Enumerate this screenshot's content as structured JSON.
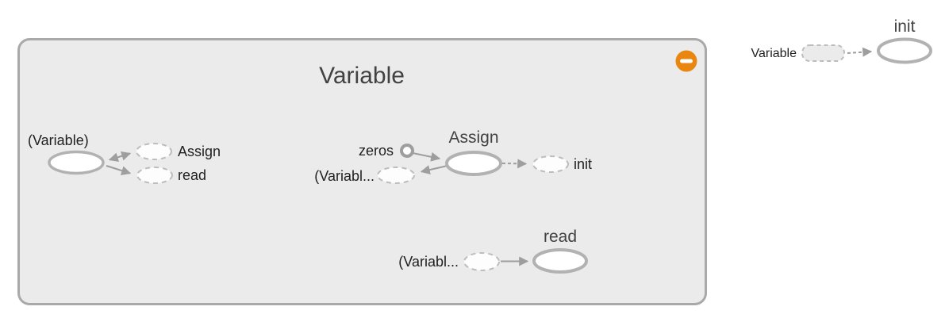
{
  "colors": {
    "canvas_bg": "#ffffff",
    "group_fill": "#ebebeb",
    "group_border": "#a9a9a9",
    "node_stroke": "#b2b2b2",
    "node_fill": "#ffffff",
    "proxy_stroke": "#bdbdbd",
    "edge": "#9e9e9e",
    "label_text": "#1f1f1f",
    "title_text": "#424242",
    "collapse_orange": "#e8860f",
    "minus_white": "#ffffff"
  },
  "graph": {
    "main_group": {
      "title": "Variable",
      "variable_node_label": "(Variable)",
      "assign_proxy_label": "Assign",
      "read_proxy_label": "read",
      "zeros_label": "zeros",
      "assign_input_proxy_label": "(Variabl...",
      "assign_title": "Assign",
      "init_proxy_label": "init",
      "read_input_proxy_label": "(Variabl...",
      "read_title": "read"
    },
    "external": {
      "variable_proxy_label": "Variable",
      "init_title": "init"
    }
  }
}
